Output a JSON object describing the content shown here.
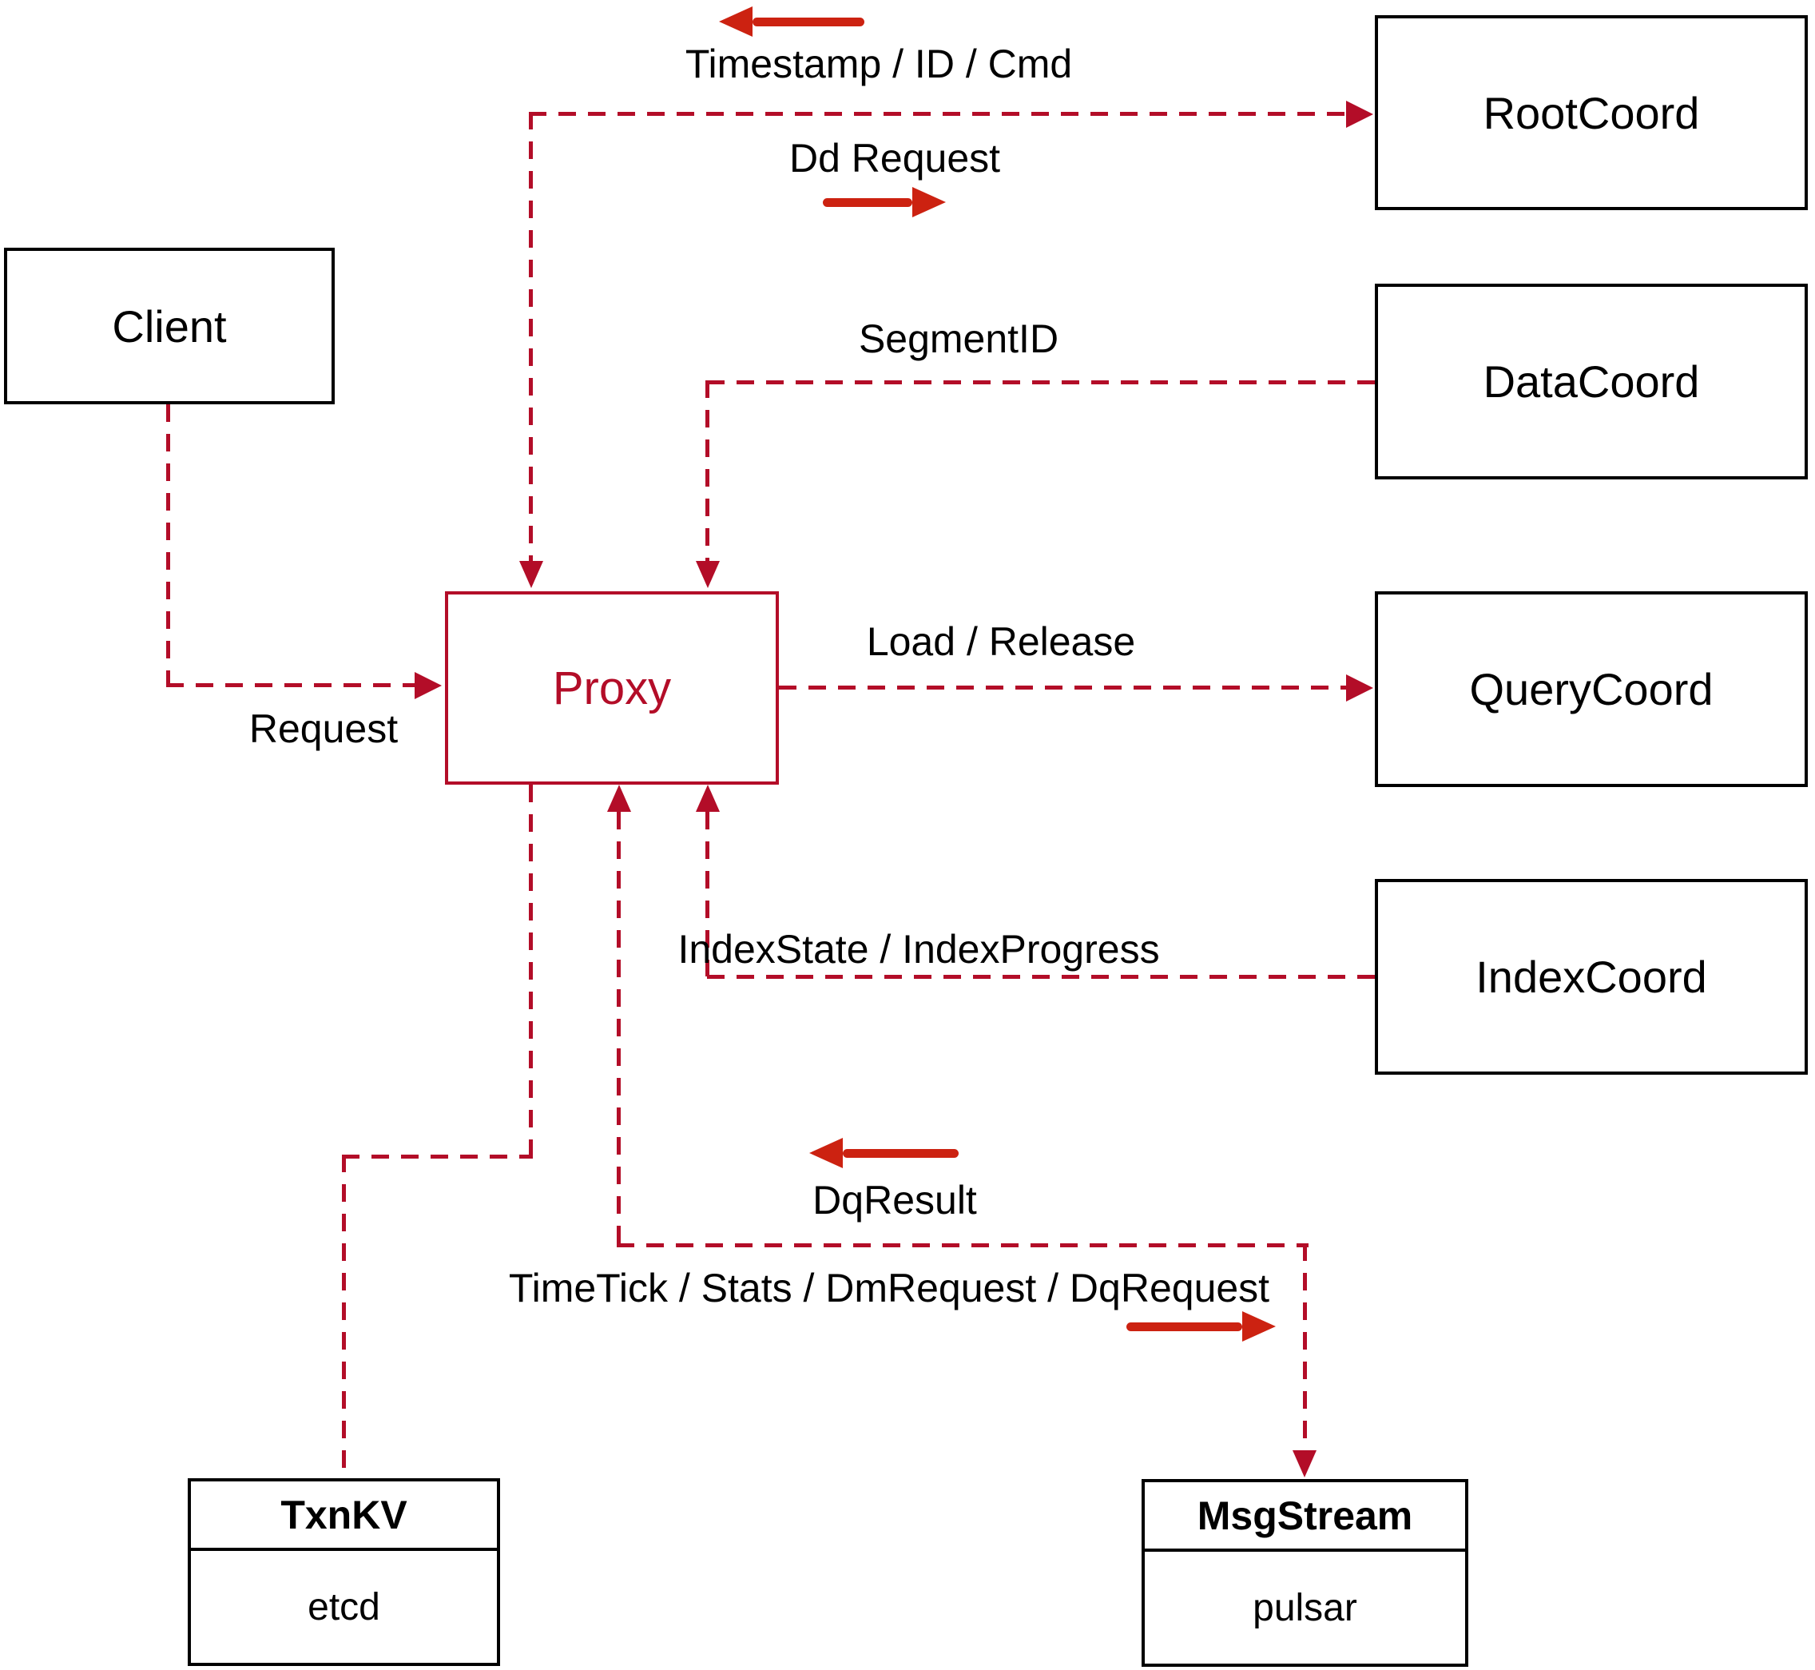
{
  "diagram": {
    "nodes": {
      "client": {
        "label": "Client"
      },
      "proxy": {
        "label": "Proxy"
      },
      "rootcoord": {
        "label": "RootCoord"
      },
      "datacoord": {
        "label": "DataCoord"
      },
      "querycoord": {
        "label": "QueryCoord"
      },
      "indexcoord": {
        "label": "IndexCoord"
      },
      "txnkv": {
        "title": "TxnKV",
        "subtitle": "etcd"
      },
      "msgstream": {
        "title": "MsgStream",
        "subtitle": "pulsar"
      }
    },
    "edges": {
      "proxy_rootcoord": {
        "label_return": "Timestamp / ID / Cmd",
        "label_send": "Dd Request"
      },
      "datacoord_proxy": {
        "label": "SegmentID"
      },
      "client_proxy": {
        "label": "Request"
      },
      "proxy_querycoord": {
        "label": "Load / Release"
      },
      "indexcoord_proxy": {
        "label": "IndexState / IndexProgress"
      },
      "proxy_msgstream": {
        "label_return": "DqResult",
        "label_send": "TimeTick / Stats / DmRequest / DqRequest"
      }
    },
    "colors": {
      "dashed_line": "#b30d28",
      "solid_arrow": "#cc2211",
      "box_border": "#000000",
      "background": "#ffffff"
    }
  }
}
